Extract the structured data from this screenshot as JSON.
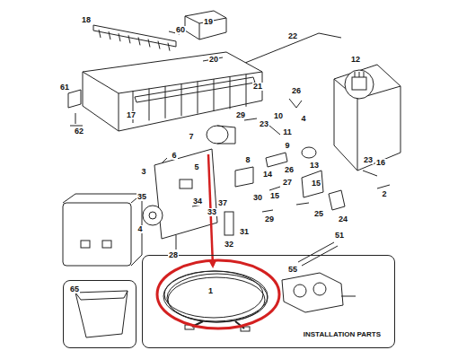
{
  "diagram": {
    "nodes": [
      {
        "text": [
          "65"
        ]
      },
      {
        "text": [
          "INSTALLATION PARTS"
        ]
      },
      {
        "text": [
          "1"
        ],
        "in": 1
      }
    ],
    "labels": [
      "18",
      "19",
      "60",
      "22",
      "20",
      "21",
      "12",
      "61",
      "17",
      "62",
      "26",
      "29",
      "10",
      "4",
      "23",
      "11",
      "7",
      "9",
      "6",
      "5",
      "3",
      "8",
      "26",
      "13",
      "23",
      "16",
      "14",
      "27",
      "15",
      "30",
      "15",
      "2",
      "35",
      "34",
      "33",
      "37",
      "29",
      "31",
      "32",
      "25",
      "24",
      "4",
      "28",
      "51",
      "55"
    ]
  }
}
